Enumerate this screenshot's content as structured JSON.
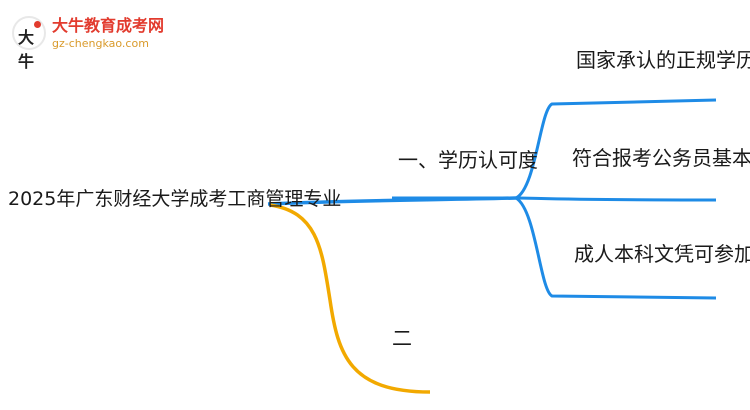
{
  "logo": {
    "title": "大牛教育成考网",
    "url": "gz-chengkao.com",
    "mark_glyph": "大牛"
  },
  "mindmap": {
    "root": "2025年广东财经大学成考工商管理专业",
    "branches": [
      {
        "label": "一、学历认可度",
        "color": "#1e8be6",
        "children": [
          "国家承认的正规学历",
          "符合报考公务员基本要求",
          "成人本科文凭可参加考试"
        ]
      },
      {
        "label": "二",
        "color": "#f2a900",
        "children": []
      }
    ]
  },
  "colors": {
    "blue_branch": "#1e8be6",
    "orange_branch": "#f2a900",
    "logo_red": "#e23b2e",
    "logo_orange": "#d99a2b"
  }
}
